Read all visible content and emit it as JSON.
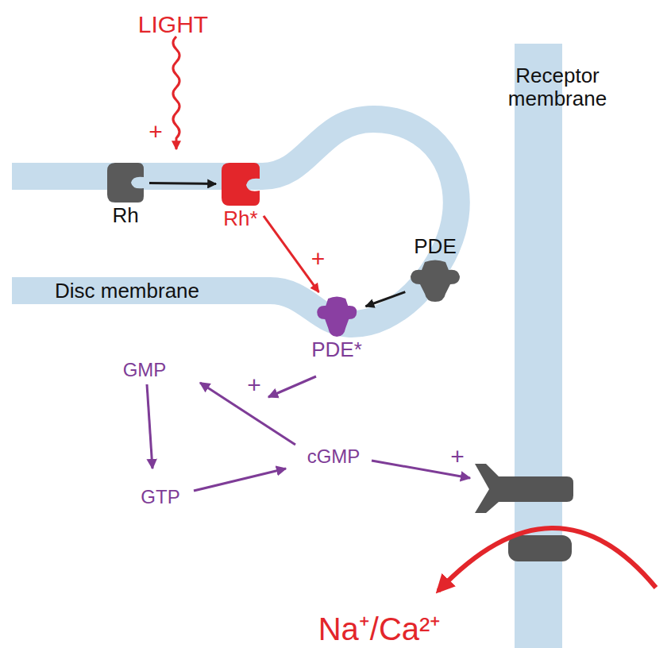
{
  "diagram": {
    "nodes": [
      {
        "text": [
          "Rh"
        ]
      },
      {
        "text": [
          "Rh*"
        ]
      },
      {
        "text": [
          "PDE"
        ]
      },
      {
        "text": [
          "PDE*"
        ]
      }
    ],
    "edges": [
      {
        "from": 0,
        "to": 1,
        "arrow": "to"
      },
      {
        "from": 1,
        "to": 3,
        "arrow": "to",
        "label": "+"
      },
      {
        "from": 2,
        "to": 3,
        "arrow": "to"
      }
    ],
    "labels": [
      "LIGHT",
      "+",
      "Receptor membrane",
      "Disc membrane",
      "GMP",
      "+",
      "cGMP",
      "GTP",
      "+",
      "Na⁺/Ca²⁺"
    ]
  }
}
